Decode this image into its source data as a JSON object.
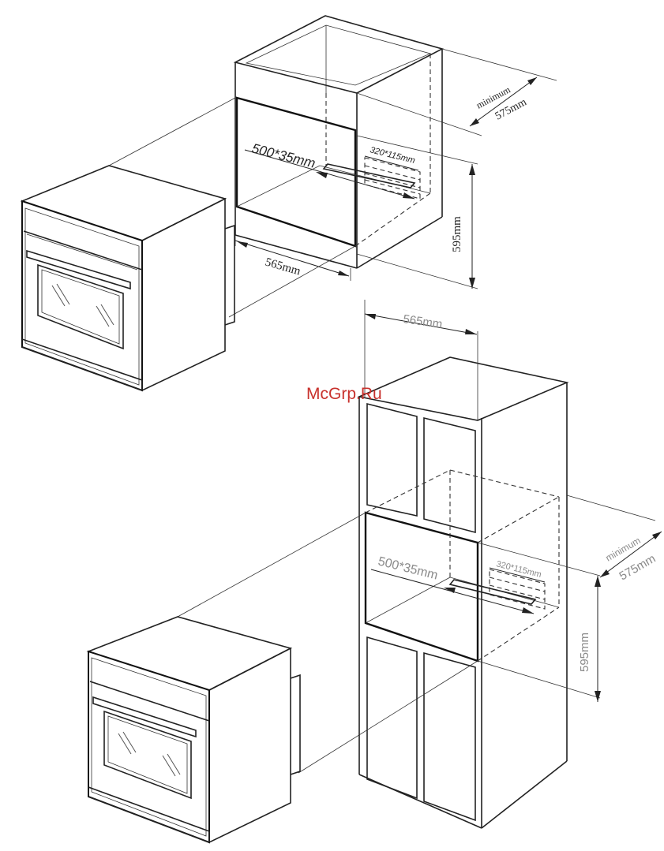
{
  "colors": {
    "line": "#222222",
    "watermark": "#c8312c",
    "background": "#ffffff",
    "label_grey": "#8a8a8a"
  },
  "watermark": "McGrp.Ru",
  "upper_install": {
    "vent": "500*35mm",
    "cutout": "320*115mm",
    "width": "565mm",
    "height": "595mm",
    "depth_label": "minimum",
    "depth": "575mm"
  },
  "lower_install": {
    "width": "565mm",
    "vent": "500*35mm",
    "cutout": "320*115mm",
    "height": "595mm",
    "depth_label": "minimum",
    "depth": "575mm"
  }
}
